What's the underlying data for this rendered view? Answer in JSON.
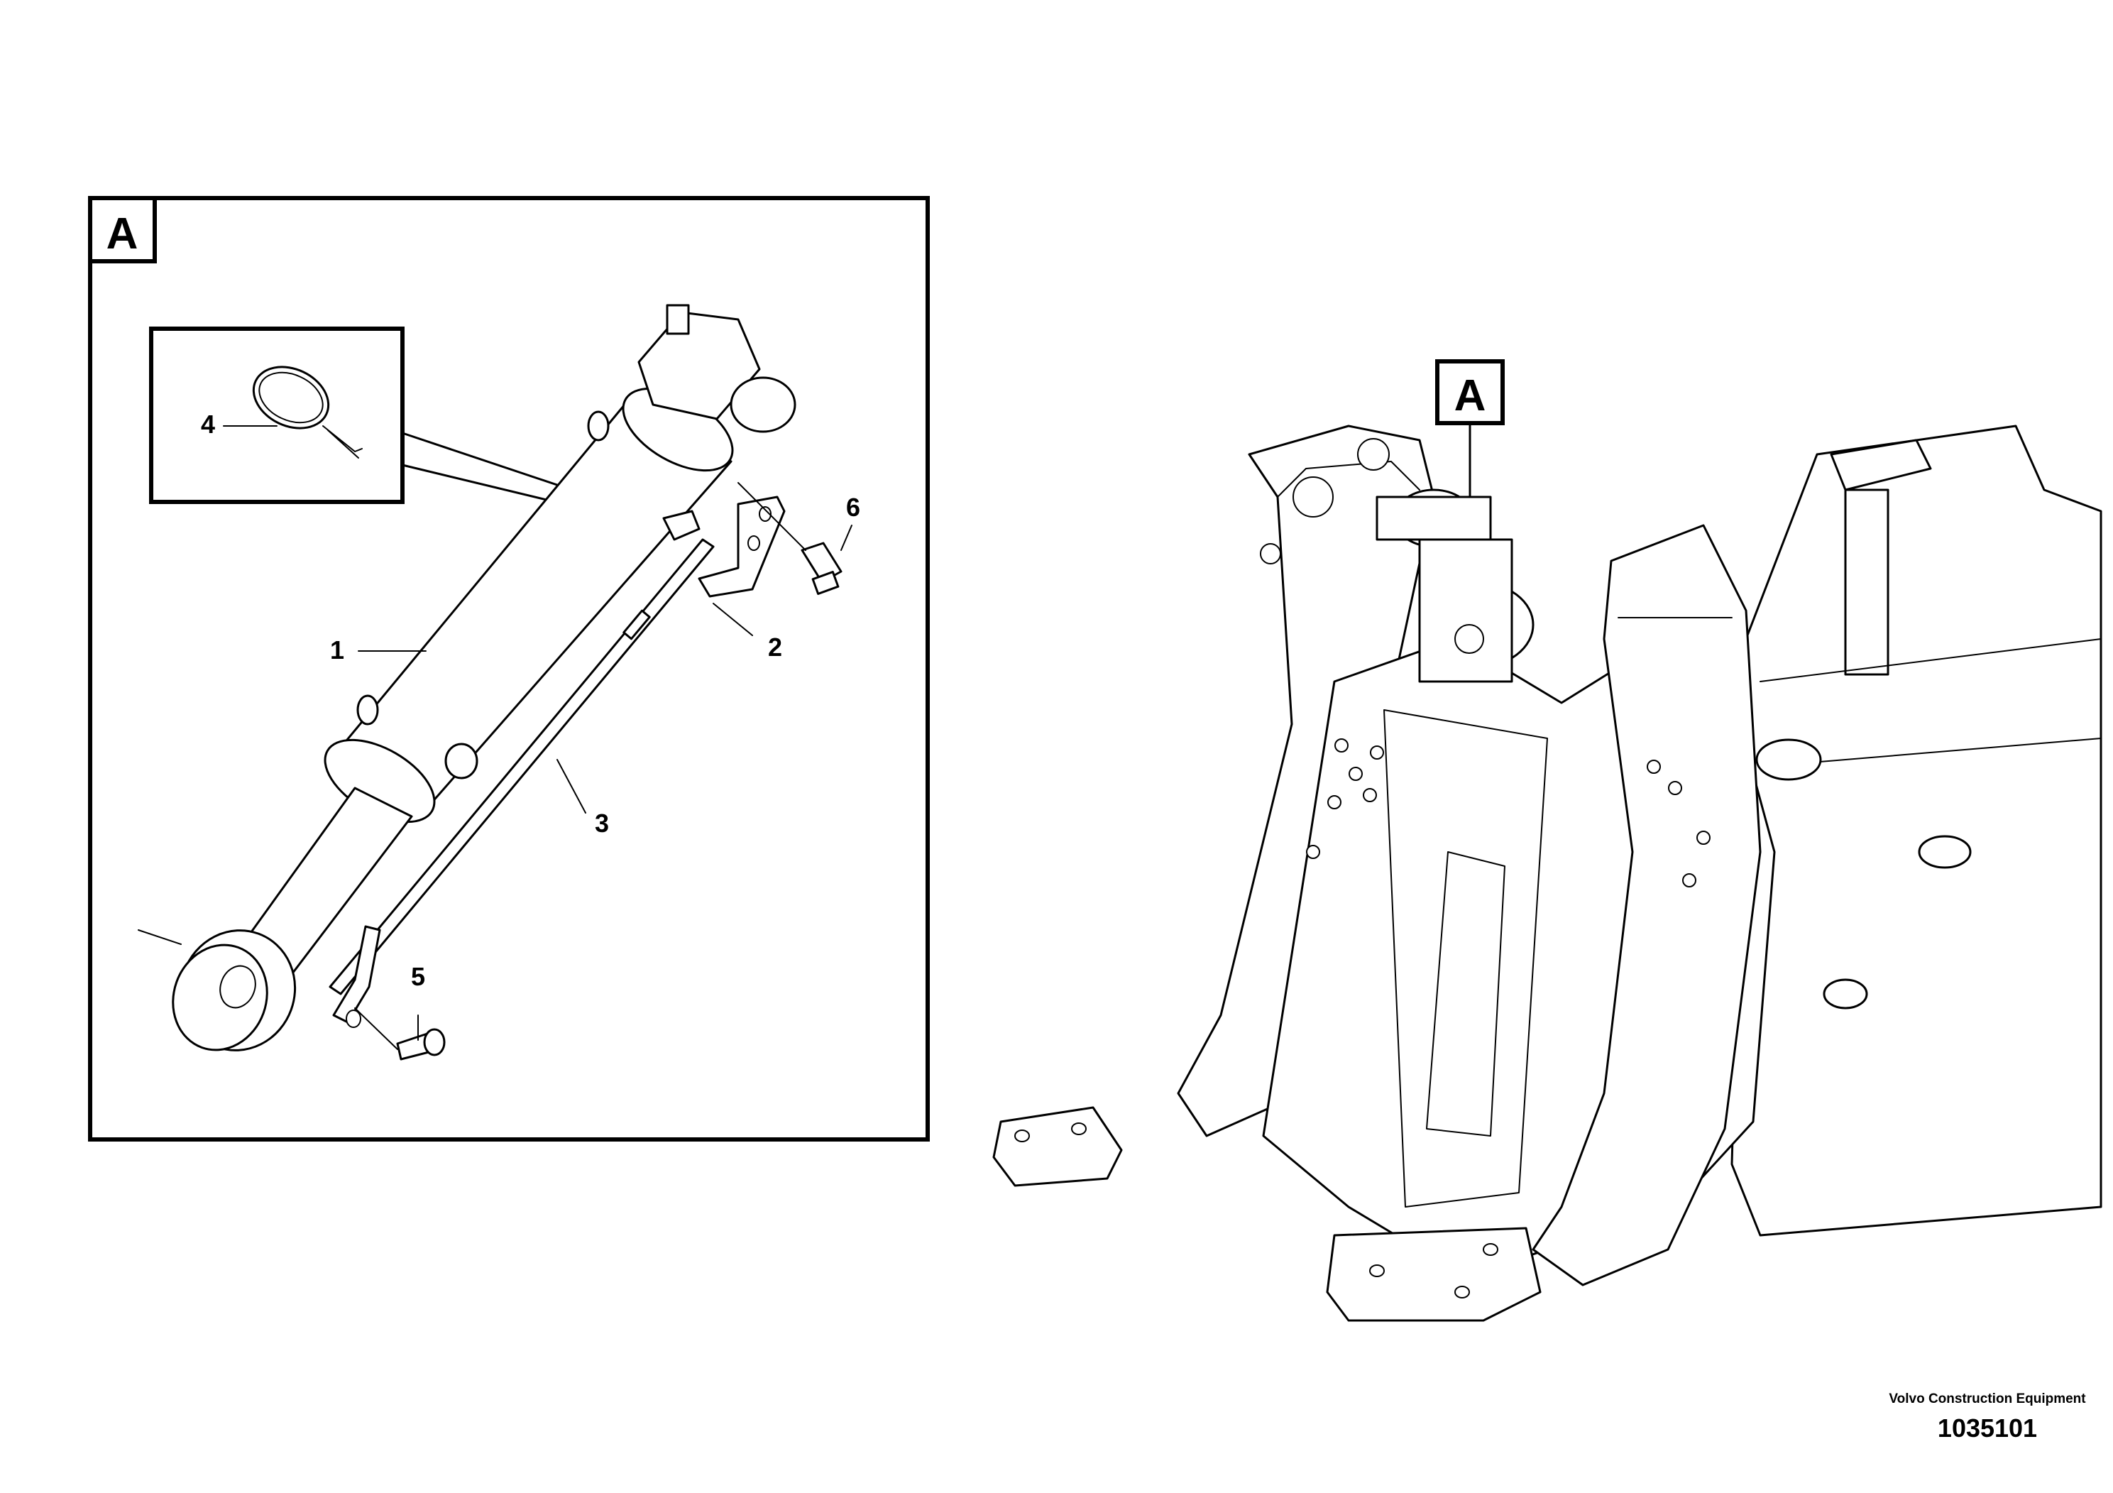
{
  "detail_view": {
    "label": "A",
    "callouts": [
      {
        "number": "1"
      },
      {
        "number": "2"
      },
      {
        "number": "3"
      },
      {
        "number": "4"
      },
      {
        "number": "5"
      },
      {
        "number": "6"
      }
    ]
  },
  "overview": {
    "marker_label": "A"
  },
  "footer": {
    "manufacturer": "Volvo Construction Equipment",
    "drawing_number": "1035101"
  }
}
